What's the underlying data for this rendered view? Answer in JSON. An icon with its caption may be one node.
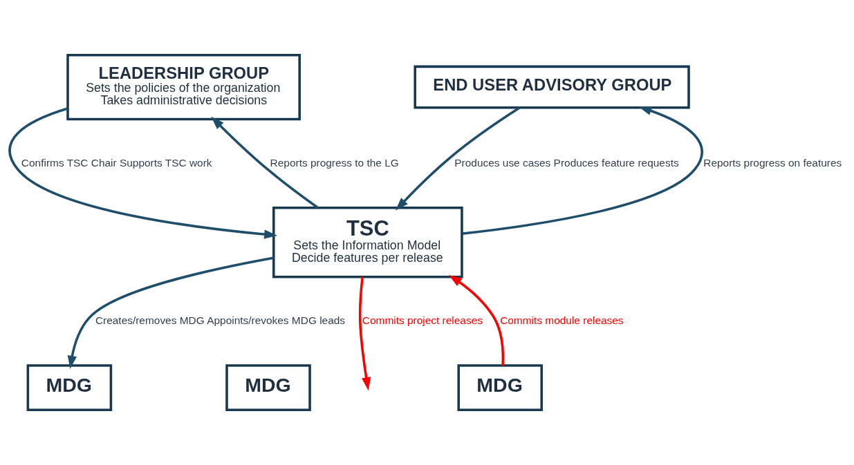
{
  "diagram": {
    "nodes": [
      {
        "text": [
          "LEADERSHIP GROUP",
          "Sets the policies of the organization",
          "Takes administrative decisions"
        ]
      },
      {
        "text": [
          "END USER ADVISORY GROUP"
        ]
      },
      {
        "text": [
          "TSC",
          "Sets the Information Model",
          "Decide features per release"
        ]
      },
      {
        "text": [
          "MDG"
        ]
      },
      {
        "text": [
          "MDG"
        ]
      },
      {
        "text": [
          "MDG"
        ]
      }
    ],
    "edges": [
      {
        "from": 0,
        "to": 2,
        "arrow": "to",
        "label": "Confirms TSC Chair Supports TSC work"
      },
      {
        "from": 2,
        "to": 0,
        "arrow": "to",
        "label": "Reports progress to the LG"
      },
      {
        "from": 2,
        "to": 1,
        "arrow": "to",
        "label": "Reports progress on features"
      },
      {
        "from": 1,
        "to": 2,
        "arrow": "to",
        "label": "Produces use cases Produces feature requests"
      },
      {
        "from": 2,
        "to": 3,
        "arrow": "to",
        "label": "Creates/removes MDG Appoints/revokes MDG leads"
      },
      {
        "from": 5,
        "to": 2,
        "arrow": "to",
        "label": "Commits module releases",
        "color": "#ff0000"
      },
      {
        "from": 2,
        "to": null,
        "arrow": "to",
        "label": "Commits project releases",
        "color": "#ff0000"
      }
    ]
  }
}
